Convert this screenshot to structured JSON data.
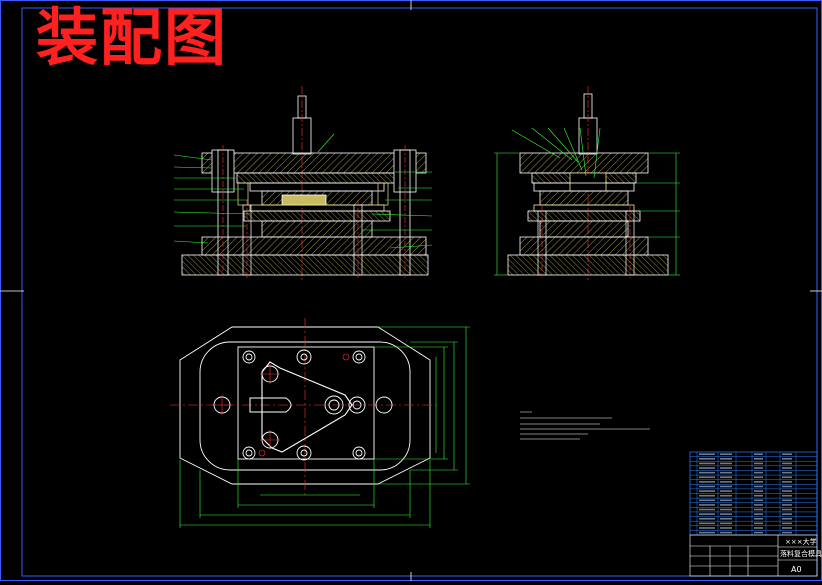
{
  "drawing": {
    "title": "装配图",
    "colors": {
      "background": "#000000",
      "frame": "#3a5bff",
      "outline": "#ffffff",
      "part": "#f0e68c",
      "hatch": "#d2c46a",
      "centerline": "#ff3030",
      "dimension": "#33ff33",
      "leader": "#33ff33",
      "table": "#2f7fff",
      "title_text": "#ff2020"
    }
  },
  "title_block": {
    "school": "×××大学",
    "product": "落料复合模具",
    "scale": "A0"
  }
}
